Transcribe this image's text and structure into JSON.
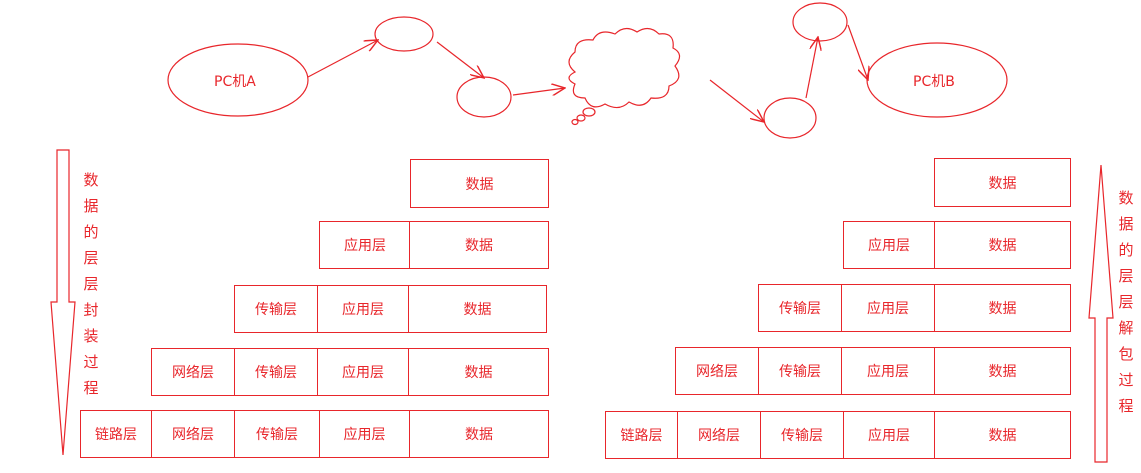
{
  "hosts": {
    "a": "PC机A",
    "b": "PC机B"
  },
  "left_label": [
    "数",
    "据",
    "的",
    "层",
    "层",
    "封",
    "装",
    "过",
    "程"
  ],
  "right_label": [
    "数",
    "据",
    "的",
    "层",
    "层",
    "解",
    "包",
    "过",
    "程"
  ],
  "layers": {
    "data": "数据",
    "app": "应用层",
    "transport": "传输层",
    "network": "网络层",
    "link": "链路层"
  },
  "color": "#e8262b"
}
